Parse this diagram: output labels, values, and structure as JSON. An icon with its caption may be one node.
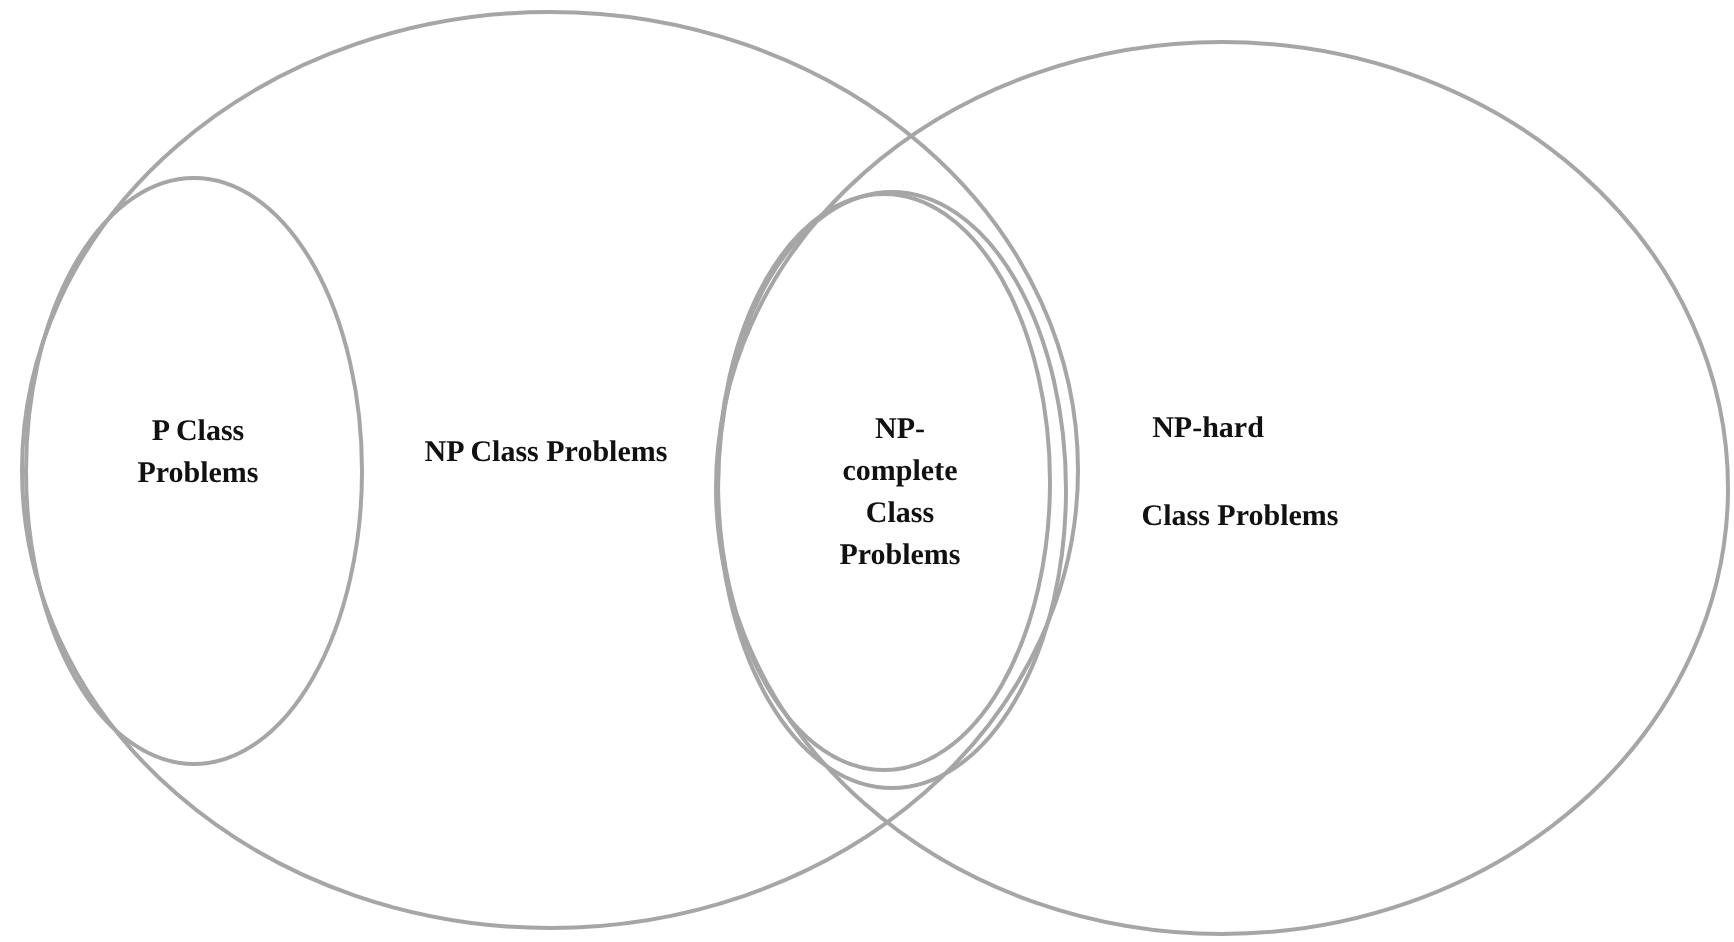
{
  "diagram": {
    "nodes": [
      {
        "text": [
          "NP Class Problems"
        ]
      },
      {
        "text": [
          "P Class Problems"
        ],
        "in": 0
      },
      {
        "text": [
          "NP-complete Class Problems"
        ]
      },
      {
        "text": [
          "NP-hard",
          "Class Problems"
        ]
      }
    ]
  }
}
